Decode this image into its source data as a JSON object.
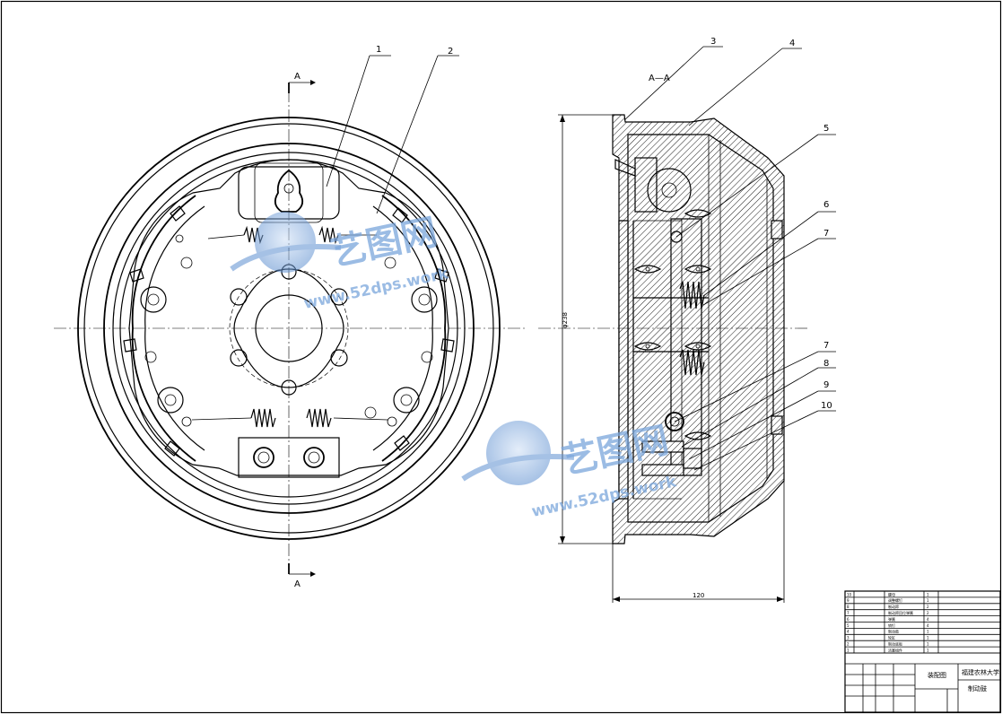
{
  "section_marks": {
    "a_top": "A",
    "a_bottom": "A",
    "section_title": "A—A"
  },
  "balloons": [
    "1",
    "2",
    "3",
    "4",
    "5",
    "6",
    "7",
    "7",
    "8",
    "9",
    "10"
  ],
  "dimensions": {
    "diameter": "φ238",
    "width": "120"
  },
  "title_block": {
    "parts": [
      {
        "no": "10",
        "name": "螺母",
        "qty": "1"
      },
      {
        "no": "9",
        "name": "调整螺钉",
        "qty": "1"
      },
      {
        "no": "8",
        "name": "制动蹄",
        "qty": "2"
      },
      {
        "no": "7",
        "name": "制动蹄回位弹簧",
        "qty": "2"
      },
      {
        "no": "6",
        "name": "弹簧",
        "qty": "4"
      },
      {
        "no": "5",
        "name": "销钉",
        "qty": "4"
      },
      {
        "no": "4",
        "name": "制动鼓",
        "qty": "1"
      },
      {
        "no": "3",
        "name": "轮缸",
        "qty": "1"
      },
      {
        "no": "2",
        "name": "制动底板",
        "qty": "1"
      },
      {
        "no": "1",
        "name": "活塞组件",
        "qty": "1"
      }
    ],
    "drawing_name": "装配图",
    "school": "福建农林大学",
    "part_title": "制动鼓"
  },
  "watermark": {
    "brand": "艺图网",
    "url": "www.52dps.work"
  },
  "colors": {
    "line": "#000000",
    "watermark": "#7aa6dc"
  }
}
